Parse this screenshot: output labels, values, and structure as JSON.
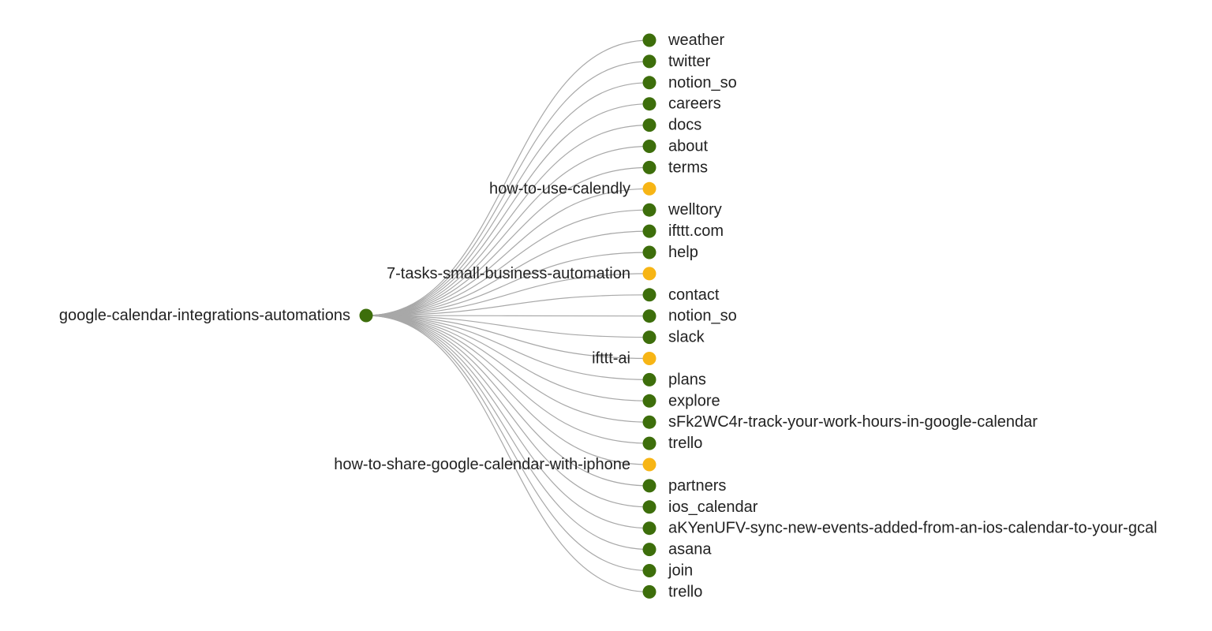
{
  "colors": {
    "link": "#a8a8a8",
    "leaf_node": "#3d6e0b",
    "branch_node": "#f7b515",
    "label": "#222222"
  },
  "root": {
    "label": "google-calendar-integrations-automations",
    "kind": "leaf"
  },
  "children": [
    {
      "label": "weather",
      "kind": "leaf"
    },
    {
      "label": "twitter",
      "kind": "leaf"
    },
    {
      "label": "notion_so",
      "kind": "leaf"
    },
    {
      "label": "careers",
      "kind": "leaf"
    },
    {
      "label": "docs",
      "kind": "leaf"
    },
    {
      "label": "about",
      "kind": "leaf"
    },
    {
      "label": "terms",
      "kind": "leaf"
    },
    {
      "label": "how-to-use-calendly",
      "kind": "branch"
    },
    {
      "label": "welltory",
      "kind": "leaf"
    },
    {
      "label": "ifttt.com",
      "kind": "leaf"
    },
    {
      "label": "help",
      "kind": "leaf"
    },
    {
      "label": "7-tasks-small-business-automation",
      "kind": "branch"
    },
    {
      "label": "contact",
      "kind": "leaf"
    },
    {
      "label": "notion_so",
      "kind": "leaf"
    },
    {
      "label": "slack",
      "kind": "leaf"
    },
    {
      "label": "ifttt-ai",
      "kind": "branch"
    },
    {
      "label": "plans",
      "kind": "leaf"
    },
    {
      "label": "explore",
      "kind": "leaf"
    },
    {
      "label": "sFk2WC4r-track-your-work-hours-in-google-calendar",
      "kind": "leaf"
    },
    {
      "label": "trello",
      "kind": "leaf"
    },
    {
      "label": "how-to-share-google-calendar-with-iphone",
      "kind": "branch"
    },
    {
      "label": "partners",
      "kind": "leaf"
    },
    {
      "label": "ios_calendar",
      "kind": "leaf"
    },
    {
      "label": "aKYenUFV-sync-new-events-added-from-an-ios-calendar-to-your-gcal",
      "kind": "leaf"
    },
    {
      "label": "asana",
      "kind": "leaf"
    },
    {
      "label": "join",
      "kind": "leaf"
    },
    {
      "label": "trello",
      "kind": "leaf"
    }
  ]
}
